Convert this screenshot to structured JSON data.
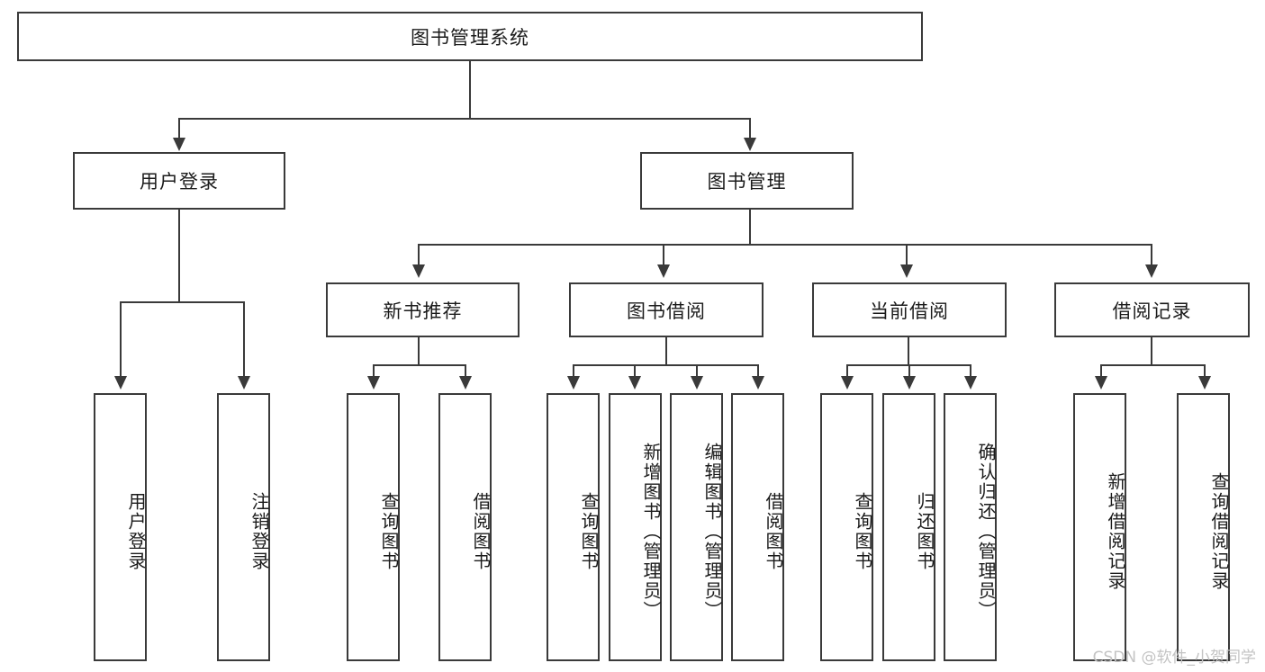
{
  "diagram": {
    "type": "tree-hierarchy",
    "title": "图书管理系统",
    "watermark": "CSDN @软件_小贺同学",
    "colors": {
      "stroke": "#3a3a3a",
      "fill": "#ffffff",
      "text": "#1b1b1b",
      "watermark": "#c3c3c3"
    },
    "levels": {
      "root": {
        "label": "图书管理系统"
      },
      "level2": [
        {
          "label": "用户登录"
        },
        {
          "label": "图书管理"
        }
      ],
      "level3": [
        {
          "label": "新书推荐"
        },
        {
          "label": "图书借阅"
        },
        {
          "label": "当前借阅"
        },
        {
          "label": "借阅记录"
        }
      ],
      "leaves": {
        "user_login": [
          {
            "label": "用户登录"
          },
          {
            "label": "注销登录"
          }
        ],
        "new_book": [
          {
            "label": "查询图书"
          },
          {
            "label": "借阅图书"
          }
        ],
        "book_borrow": [
          {
            "label": "查询图书"
          },
          {
            "label": "新增图书（管理员）"
          },
          {
            "label": "编辑图书（管理员）"
          },
          {
            "label": "借阅图书"
          }
        ],
        "current_borrow": [
          {
            "label": "查询图书"
          },
          {
            "label": "归还图书"
          },
          {
            "label": "确认归还（管理员）"
          }
        ],
        "borrow_record": [
          {
            "label": "新增借阅记录"
          },
          {
            "label": "查询借阅记录"
          }
        ]
      }
    }
  }
}
